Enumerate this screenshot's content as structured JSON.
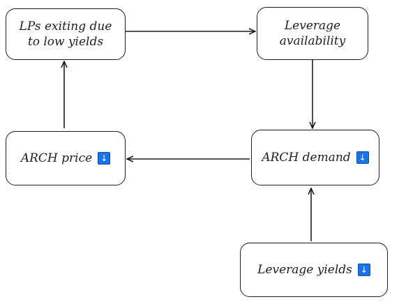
{
  "nodes": {
    "lps_exiting": {
      "line1": "LPs exiting due",
      "line2": "to low yields"
    },
    "leverage_availability": {
      "line1": "Leverage",
      "line2": "availability"
    },
    "arch_price": {
      "label": "ARCH price",
      "badge": "↓"
    },
    "arch_demand": {
      "label": "ARCH demand",
      "badge": "↓"
    },
    "leverage_yields": {
      "label": "Leverage yields",
      "badge": "↓"
    }
  },
  "colors": {
    "stroke": "#1e1e1e",
    "badge": "#1a73e8"
  }
}
